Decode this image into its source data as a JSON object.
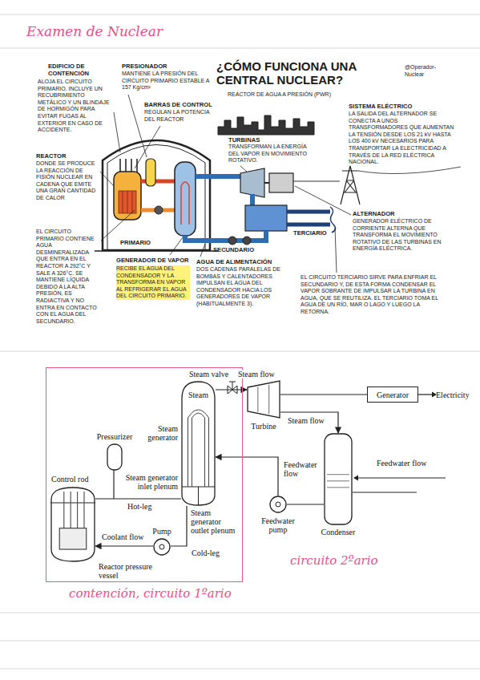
{
  "diagram": {
    "title": "Examen de Nuclear",
    "nodes": [
      {
        "text": [
          "contención, circuito 1ºario"
        ]
      },
      {
        "text": [
          "Reactor pressure vessel"
        ],
        "in": 0
      },
      {
        "text": [
          "Pressurizer"
        ],
        "in": 0
      },
      {
        "text": [
          "Steam",
          "Steam generator"
        ],
        "in": 0
      },
      {
        "text": [
          "Pump"
        ],
        "in": 0
      },
      {
        "text": [
          "Turbine"
        ]
      },
      {
        "text": [
          "Generator"
        ]
      },
      {
        "text": [
          "Condenser"
        ]
      },
      {
        "text": [
          "Feedwater pump"
        ]
      }
    ],
    "edges": [
      {
        "from": 1,
        "to": 3,
        "label": "Hot-leg",
        "arrow": "none"
      },
      {
        "from": 3,
        "to": 4,
        "label": "Cold-leg",
        "arrow": "none"
      },
      {
        "from": 4,
        "to": 1,
        "label": "Coolant flow",
        "arrow": "to"
      },
      {
        "from": 3,
        "to": 5,
        "label": "Steam flow",
        "arrow": "to"
      },
      {
        "from": 5,
        "to": 6,
        "arrow": "none"
      },
      {
        "from": 5,
        "to": 7,
        "label": "Steam flow",
        "arrow": "to"
      },
      {
        "from": 7,
        "to": 8,
        "arrow": "none"
      },
      {
        "from": 8,
        "to": 3,
        "label": "Feedwater flow",
        "arrow": "to"
      }
    ],
    "labels": [
      "¿CÓMO FUNCIONA UNA CENTRAL NUCLEAR?",
      "REACTOR DE AGUA A PRESIÓN (PWR)",
      "@Operador-Nuclear",
      "EDIFICIO DE CONTENCIÓN",
      "ALOJA EL CIRCUITO PRIMARIO. INCLUYE UN RECUBRIMIENTO METÁLICO Y UN BLINDAJE DE HORMIGÓN PARA EVITAR FUGAS AL EXTERIOR EN CASO DE ACCIDENTE.",
      "PRESIONADOR",
      "MANTIENE LA PRESIÓN DEL CIRCUITO PRIMARIO ESTABLE A 157 Kg/cm²",
      "BARRAS DE CONTROL",
      "REGULAN LA POTENCIA DEL REACTOR",
      "SISTEMA ELÉCTRICO",
      "LA SALIDA DEL ALTERNADOR SE CONECTA A UNOS TRANSFORMADORES QUE AUMENTAN LA TENSIÓN DESDE LOS 21 kV HASTA LOS 400 kV NECESARIOS PARA TRANSPORTAR LA ELECTRICIDAD A TRAVÉS DE LA RED ELÉCTRICA NACIONAL.",
      "REACTOR",
      "DONDE SE PRODUCE LA REACCIÓN DE FISIÓN NUCLEAR EN CADENA QUE EMITE UNA GRAN CANTIDAD DE CALOR",
      "TURBINAS",
      "TRANSFORMAN LA ENERGÍA DEL VAPOR EN MOVIMIENTO ROTATIVO.",
      "EL CIRCUITO PRIMARIO CONTIENE AGUA DESMINERALIZADA QUE ENTRA EN EL REACTOR A 292°C Y SALE A 326°C. SE MANTIENE LÍQUIDA DEBIDO A LA ALTA PRESIÓN, ES RADIACTIVA Y NO ENTRA EN CONTACTO CON EL AGUA DEL SECUNDARIO.",
      "PRIMARIO",
      "SECUNDARIO",
      "TERCIARIO",
      "ALTERNADOR",
      "GENERADOR ELÉCTRICO DE CORRIENTE ALTERNA QUE TRANSFORMA EL MOVIMIENTO ROTATIVO DE LAS TURBINAS EN ENERGÍA ELÉCTRICA.",
      "GENERADOR DE VAPOR",
      "RECIBE EL AGUA DEL CONDENSADOR Y LA TRANSFORMA EN VAPOR AL REFRIGERAR EL AGUA DEL CIRCUITO PRIMARIO.",
      "AGUA DE ALIMENTACIÓN",
      "DOS CADENAS PARALELAS DE BOMBAS Y CALENTADORES IMPULSAN EL AGUA DEL CONDENSADOR HACIA LOS GENERADORES DE VAPOR (HABITUALMENTE 3).",
      "EL CIRCUITO TERCIARIO SIRVE PARA ENFRIAR EL SECUNDARIO Y, DE ESTA FORMA CONDENSAR EL VAPOR SOBRANTE DE IMPULSAR LA TURBINA EN AGUA, QUE SE REUTILIZA. EL TERCIARIO TOMA EL AGUA DE UN RÍO, MAR O LAGO Y LUEGO LA RETORNA.",
      "Steam valve",
      "Electricity",
      "Control rod",
      "Steam generator inlet plenum",
      "Steam generator outlet plenum",
      "Feedwater flow",
      "circuito 2ºario"
    ]
  }
}
